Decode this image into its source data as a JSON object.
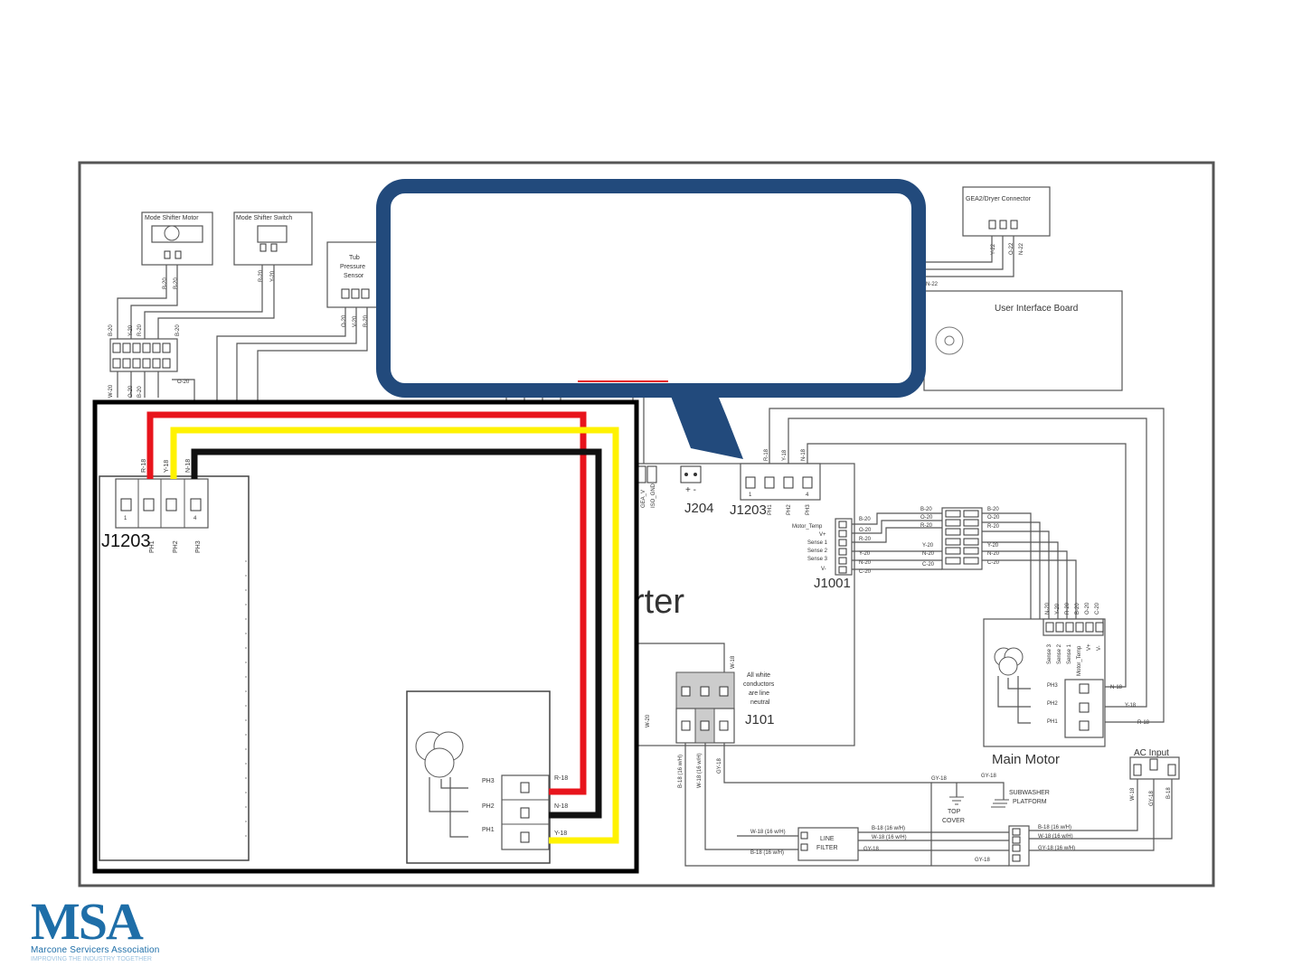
{
  "colors": {
    "callout_border": "#224a7c",
    "wire_red": "#e8141c",
    "wire_yellow": "#fff200",
    "wire_black": "#111111",
    "underline": "#e8141c",
    "logo": "#1e6ea8"
  },
  "callout": {
    "text": ""
  },
  "components": {
    "mode_shifter_motor": "Mode Shifter Motor",
    "mode_shifter_switch": "Mode Shifter Switch",
    "tub_pressure_sensor": [
      "Tub",
      "Pressure",
      "Sensor"
    ],
    "gea2_connector": "GEA2/Dryer Connector",
    "user_interface_board": "User Interface Board",
    "j204": "J204",
    "j1203": "J1203",
    "j1001": "J1001",
    "j101": "J101",
    "inverter_fragment": "rter",
    "main_motor": "Main  Motor",
    "ac_input": "AC Input",
    "line_filter": [
      "LINE",
      "FILTER"
    ],
    "top_cover": [
      "TOP",
      "COVER"
    ],
    "subwasher": [
      "SUBWASHER",
      "PLATFORM"
    ],
    "white_note": [
      "All white",
      "conductors",
      "are line",
      "neutral"
    ]
  },
  "wire_labels": {
    "mode_motor": [
      "B-20",
      "B-20"
    ],
    "mode_switch": [
      "R-20",
      "Y-20"
    ],
    "tub": [
      "O-20",
      "V-20",
      "R-20"
    ],
    "left_stack": [
      "B-20",
      "Y-20",
      "R-20",
      "B-20"
    ],
    "left_lower": [
      "W-20",
      "O-20",
      "B-20"
    ],
    "o20": "O-20",
    "gea": [
      "Y-22",
      "O-22",
      "N-22"
    ],
    "n22": "N-22",
    "j1203_top": [
      "R-18",
      "Y-18",
      "N-18"
    ],
    "j1203_pins": [
      "PH1",
      "PH2",
      "PH3"
    ],
    "j1203_nums": [
      "1",
      "4"
    ],
    "j204_pm": "+ -",
    "gea_gnd": [
      "GEA_V",
      "ISO_GND"
    ],
    "sensor_names": [
      "Motor_Temp",
      "V+",
      "Sense 1",
      "Sense 2",
      "Sense 3",
      "V-"
    ],
    "sensor_wires_l": [
      "B-20",
      "O-20",
      "R-20",
      "Y-20",
      "N-20",
      "C-20"
    ],
    "sensor_wires_m": [
      "B-20",
      "O-20",
      "R-20",
      "Y-20",
      "N-20",
      "C-20"
    ],
    "sensor_wires_r": [
      "B-20",
      "O-20",
      "R-20",
      "Y-20",
      "N-20",
      "C-20"
    ],
    "motor_conn_top": [
      "N-20",
      "Y-20",
      "R-20",
      "B-20",
      "O-20",
      "C-20"
    ],
    "motor_conn_names": [
      "Sense 3",
      "Sense 2",
      "Sense 1",
      "Motor_Temp",
      "V+",
      "V-"
    ],
    "motor_ph": [
      "PH3",
      "PH2",
      "PH1"
    ],
    "motor_out": [
      "N-18",
      "Y-18",
      "R-18"
    ],
    "w18": "W-18",
    "w20": "W-20",
    "j101_wires": [
      "B-18 (16 w/H)",
      "W-18 (16 w/H)",
      "GY-18"
    ],
    "gy18": [
      "GY-18",
      "GY-18",
      "GY-18",
      "GY-18"
    ],
    "filter_in": [
      "W-18 (16 w/H)",
      "B-18 (16 w/H)"
    ],
    "filter_out": [
      "B-18 (16 w/H)",
      "W-18 (16 w/H)",
      "GY-18"
    ],
    "ac_out": [
      "B-18 (16 w/H)",
      "W-18 (16 w/H)",
      "GY-18 (16 w/H)"
    ],
    "ac_pins": [
      "W-18",
      "GY-18",
      "B-18"
    ]
  },
  "zoom": {
    "wire_labels": [
      "R-18",
      "Y-18",
      "N-18"
    ],
    "j1203": "J1203",
    "pins": [
      "PH1",
      "PH2",
      "PH3"
    ],
    "pin_nums": [
      "1",
      "4"
    ],
    "motor_ph": [
      "PH3",
      "PH2",
      "PH1"
    ],
    "motor_out": [
      "R-18",
      "N-18",
      "Y-18"
    ]
  },
  "logo": {
    "mark": "MSA",
    "name": "Marcone Servicers Association",
    "tagline": "IMPROVING THE INDUSTRY TOGETHER"
  }
}
